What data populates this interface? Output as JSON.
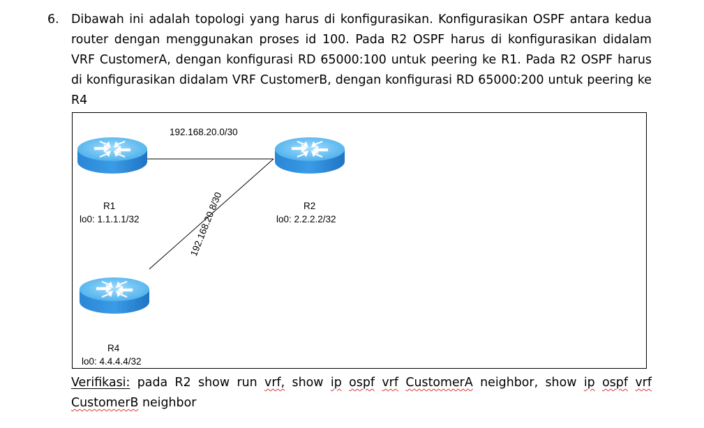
{
  "question": {
    "number": "6.",
    "text": "Dibawah ini adalah topologi yang harus di konfigurasikan. Konfigurasikan OSPF antara kedua router dengan menggunakan proses id 100. Pada R2 OSPF harus di konfigurasikan didalam VRF CustomerA, dengan konfigurasi RD 65000:100 untuk peering ke R1. Pada R2 OSPF harus di konfigurasikan didalam VRF CustomerB, dengan konfigurasi RD 65000:200 untuk peering ke R4"
  },
  "topology": {
    "routers": [
      {
        "name": "R1",
        "loopback": "lo0: 1.1.1.1/32"
      },
      {
        "name": "R2",
        "loopback": "lo0: 2.2.2.2/32"
      },
      {
        "name": "R4",
        "loopback": "lo0: 4.4.4.4/32"
      }
    ],
    "links": [
      {
        "subnet": "192.168.20.0/30"
      },
      {
        "subnet": "192.168.20.8/30"
      }
    ],
    "colors": {
      "router_top": "#5fb8ee",
      "router_side": "#1f7fd0",
      "link": "#000000"
    }
  },
  "verification": {
    "w1": "Verifikasi:",
    "w2": "pada",
    "w3": "R2",
    "w4": "show",
    "w5": "run",
    "w6": "vrf,",
    "w7": "show",
    "w8": "ip",
    "w9": "ospf",
    "w10": "vrf",
    "w11": "CustomerA",
    "w12": "neighbor,",
    "w13": "show",
    "w14": "ip",
    "w15": "ospf",
    "w16": "vrf",
    "l2a": "CustomerB",
    "l2b": "neighbor"
  }
}
